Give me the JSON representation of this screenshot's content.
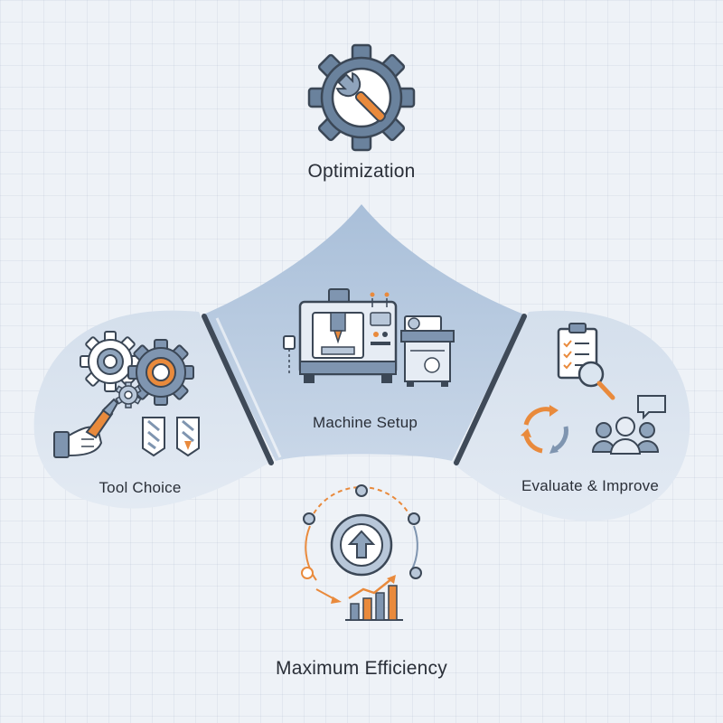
{
  "diagram": {
    "top": {
      "label": "Optimization",
      "icon": "gear-wrench-icon"
    },
    "left": {
      "label": "Tool Choice",
      "icons": [
        "gears-icon",
        "hand-tool-icon",
        "drill-bits-icon"
      ]
    },
    "center": {
      "label": "Machine Setup",
      "icons": [
        "cnc-machine-icon",
        "workbench-icon"
      ]
    },
    "right": {
      "label": "Evaluate & Improve",
      "icons": [
        "checklist-magnifier-icon",
        "cycle-arrows-icon",
        "team-chat-icon"
      ]
    },
    "bottom": {
      "label": "Maximum Efficiency",
      "icons": [
        "upward-arrow-circle-icon",
        "growth-chart-icon"
      ]
    }
  },
  "colors": {
    "accent": "#e98a3c",
    "steel": "#6a829d",
    "outline": "#3b4756",
    "panel": "#c3d3e6",
    "divider": "#3f4a58"
  }
}
